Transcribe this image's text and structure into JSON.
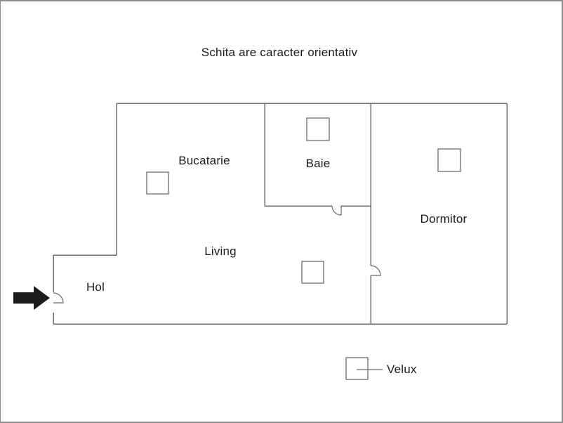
{
  "title": "Schita are caracter orientativ",
  "rooms": {
    "kitchen": {
      "label": "Bucatarie"
    },
    "bathroom": {
      "label": "Baie"
    },
    "bedroom": {
      "label": "Dormitor"
    },
    "living": {
      "label": "Living"
    },
    "hallway": {
      "label": "Hol"
    }
  },
  "legend": {
    "label": "Velux",
    "symbol": "velux-window-square"
  },
  "entrance": {
    "symbol": "entrance-arrow"
  },
  "colors": {
    "wall": "#6b6b6b",
    "text": "#1c1c1c",
    "arrow": "#1c1c1c",
    "border": "#8c8c8c",
    "background": "#ffffff"
  }
}
